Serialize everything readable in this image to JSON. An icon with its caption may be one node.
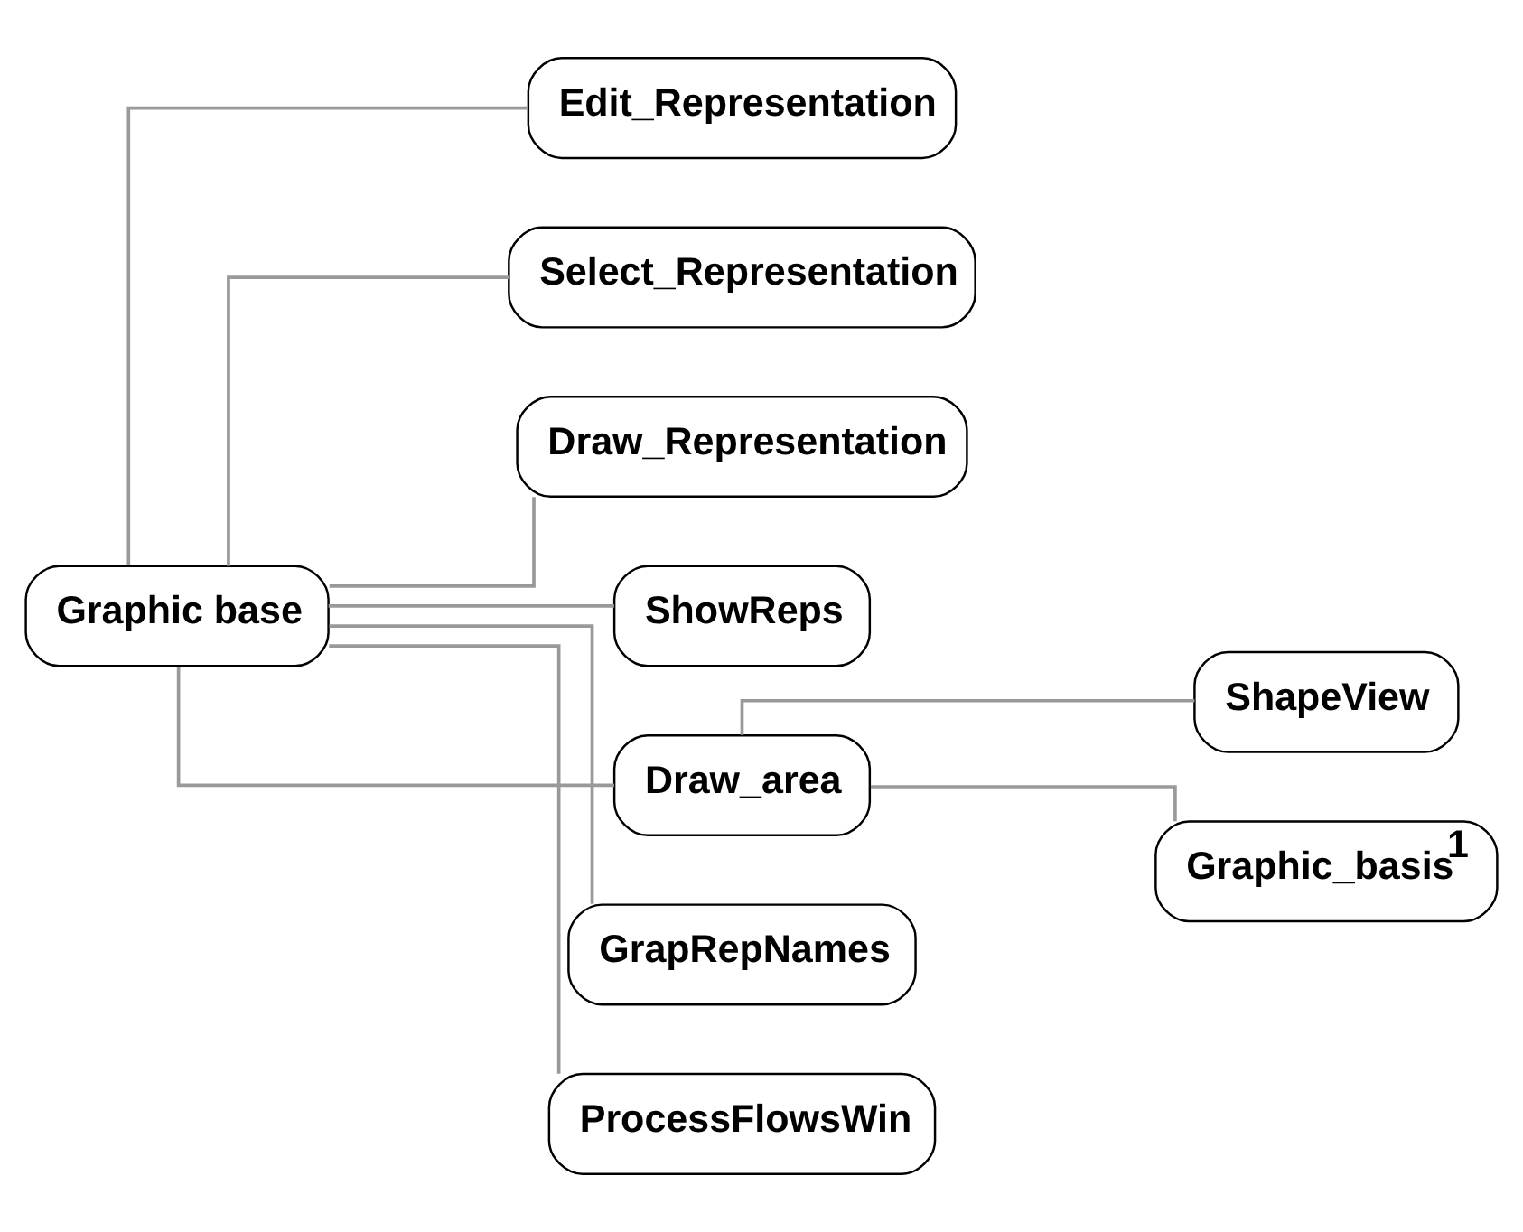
{
  "diagram": {
    "nodes": [
      {
        "text": [
          "Graphic base"
        ]
      },
      {
        "text": [
          "Edit_Representation"
        ]
      },
      {
        "text": [
          "Select_Representation"
        ]
      },
      {
        "text": [
          "Draw_Representation"
        ]
      },
      {
        "text": [
          "ShowReps"
        ]
      },
      {
        "text": [
          "Draw_area"
        ]
      },
      {
        "text": [
          "ShapeView"
        ]
      },
      {
        "text": [
          "Graphic_basis$^{1}$"
        ]
      },
      {
        "text": [
          "GrapRepNames"
        ]
      },
      {
        "text": [
          "ProcessFlowsWin"
        ]
      }
    ],
    "edges": [
      {
        "from": 0,
        "to": 1,
        "arrow": "none"
      },
      {
        "from": 0,
        "to": 2,
        "arrow": "none"
      },
      {
        "from": 0,
        "to": 3,
        "arrow": "none"
      },
      {
        "from": 0,
        "to": 4,
        "arrow": "none"
      },
      {
        "from": 0,
        "to": 5,
        "arrow": "none"
      },
      {
        "from": 0,
        "to": 8,
        "arrow": "none"
      },
      {
        "from": 0,
        "to": 9,
        "arrow": "none"
      },
      {
        "from": 5,
        "to": 6,
        "arrow": "none"
      },
      {
        "from": 5,
        "to": 7,
        "arrow": "none"
      }
    ]
  }
}
